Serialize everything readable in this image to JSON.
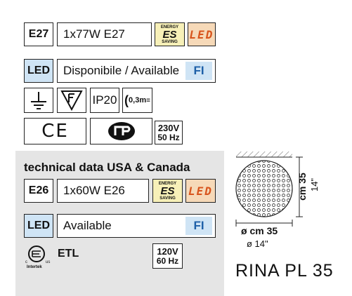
{
  "eu": {
    "socket": "E27",
    "bulb": "1x77W E27",
    "energy_top": "ENERGY",
    "energy_main": "ES",
    "energy_bottom": "SAVING",
    "led": "LED",
    "led_label": "LED",
    "availability": "Disponibile / Available",
    "fi": "FI",
    "ip": "IP20",
    "distance": "0,3m",
    "ce": "CE",
    "voltage": "230V",
    "frequency": "50 Hz"
  },
  "usa": {
    "heading": "technical data USA & Canada",
    "socket": "E26",
    "bulb": "1x60W E26",
    "energy_top": "ENERGY",
    "energy_main": "ES",
    "energy_bottom": "SAVING",
    "led": "LED",
    "led_label": "LED",
    "availability": "Available",
    "fi": "FI",
    "etl_mark": "ETL",
    "etl_small": "Intertek",
    "voltage": "120V",
    "frequency": "60 Hz"
  },
  "drawing": {
    "height_cm": "cm 35",
    "height_in": "14\"",
    "diam_cm": "ø cm 35",
    "diam_in": "ø 14\""
  },
  "product_name": "RINA PL 35"
}
